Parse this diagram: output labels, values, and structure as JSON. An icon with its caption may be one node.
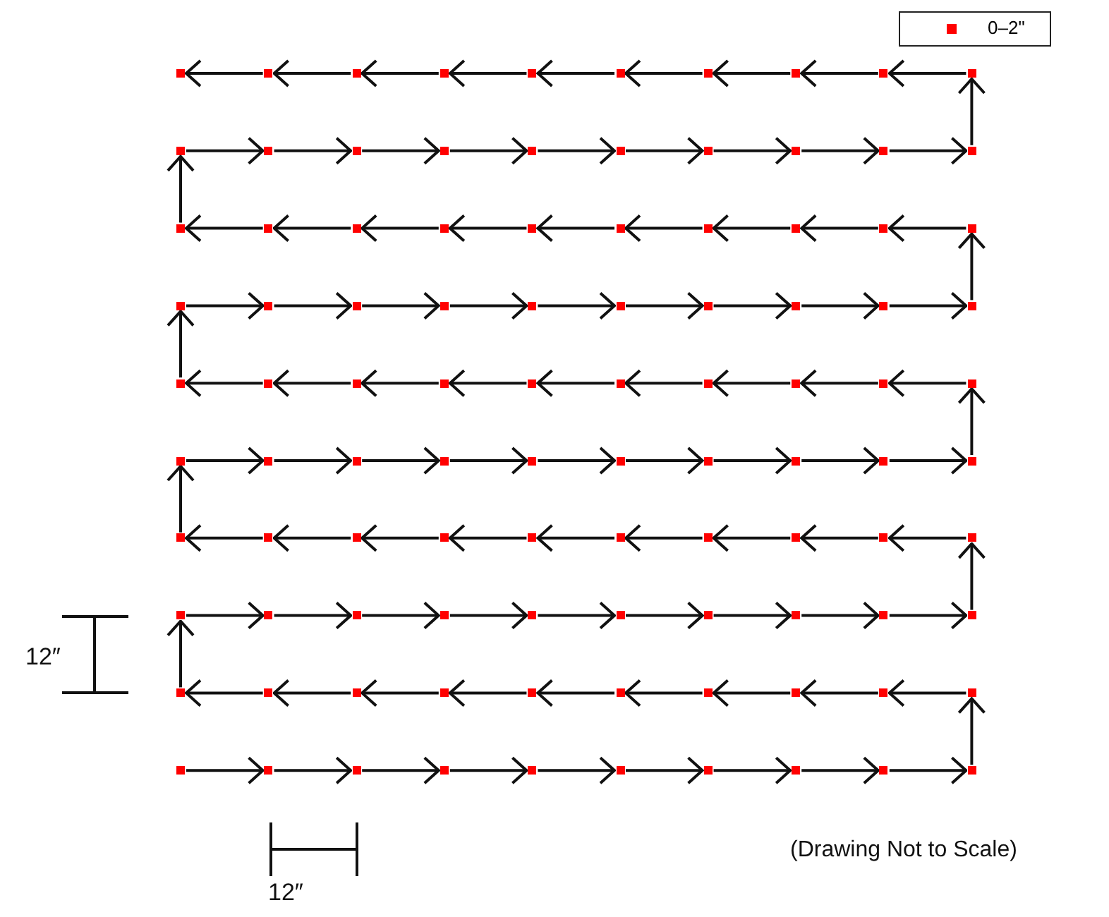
{
  "diagram": {
    "nodes": [
      {
        "text": [],
        "shape": "box"
      },
      {
        "text": [],
        "shape": "box"
      },
      {
        "text": [],
        "shape": "box"
      },
      {
        "text": [],
        "shape": "box"
      },
      {
        "text": [],
        "shape": "box"
      },
      {
        "text": [],
        "shape": "box"
      },
      {
        "text": [],
        "shape": "box"
      },
      {
        "text": [],
        "shape": "box"
      },
      {
        "text": [],
        "shape": "box"
      },
      {
        "text": [],
        "shape": "box"
      },
      {
        "text": [],
        "shape": "box"
      },
      {
        "text": [],
        "shape": "box"
      },
      {
        "text": [],
        "shape": "box"
      },
      {
        "text": [],
        "shape": "box"
      },
      {
        "text": [],
        "shape": "box"
      },
      {
        "text": [],
        "shape": "box"
      },
      {
        "text": [],
        "shape": "box"
      },
      {
        "text": [],
        "shape": "box"
      },
      {
        "text": [],
        "shape": "box"
      },
      {
        "text": [],
        "shape": "box"
      },
      {
        "text": [],
        "shape": "box"
      },
      {
        "text": [],
        "shape": "box"
      },
      {
        "text": [],
        "shape": "box"
      },
      {
        "text": [],
        "shape": "box"
      },
      {
        "text": [],
        "shape": "box"
      },
      {
        "text": [],
        "shape": "box"
      },
      {
        "text": [],
        "shape": "box"
      },
      {
        "text": [],
        "shape": "box"
      },
      {
        "text": [],
        "shape": "box"
      },
      {
        "text": [],
        "shape": "box"
      },
      {
        "text": [],
        "shape": "box"
      },
      {
        "text": [],
        "shape": "box"
      },
      {
        "text": [],
        "shape": "box"
      },
      {
        "text": [],
        "shape": "box"
      },
      {
        "text": [],
        "shape": "box"
      },
      {
        "text": [],
        "shape": "box"
      },
      {
        "text": [],
        "shape": "box"
      },
      {
        "text": [],
        "shape": "box"
      },
      {
        "text": [],
        "shape": "box"
      },
      {
        "text": [],
        "shape": "box"
      },
      {
        "text": [],
        "shape": "box"
      },
      {
        "text": [],
        "shape": "box"
      },
      {
        "text": [],
        "shape": "box"
      },
      {
        "text": [],
        "shape": "box"
      },
      {
        "text": [],
        "shape": "box"
      },
      {
        "text": [],
        "shape": "box"
      },
      {
        "text": [],
        "shape": "box"
      },
      {
        "text": [],
        "shape": "box"
      },
      {
        "text": [],
        "shape": "box"
      },
      {
        "text": [],
        "shape": "box"
      },
      {
        "text": [],
        "shape": "box"
      },
      {
        "text": [],
        "shape": "box"
      },
      {
        "text": [],
        "shape": "box"
      },
      {
        "text": [],
        "shape": "box"
      },
      {
        "text": [],
        "shape": "box"
      },
      {
        "text": [],
        "shape": "box"
      },
      {
        "text": [],
        "shape": "box"
      },
      {
        "text": [],
        "shape": "box"
      },
      {
        "text": [],
        "shape": "box"
      },
      {
        "text": [],
        "shape": "box"
      },
      {
        "text": [],
        "shape": "box"
      },
      {
        "text": [],
        "shape": "box"
      },
      {
        "text": [],
        "shape": "box"
      },
      {
        "text": [],
        "shape": "box"
      },
      {
        "text": [],
        "shape": "box"
      },
      {
        "text": [],
        "shape": "box"
      },
      {
        "text": [],
        "shape": "box"
      },
      {
        "text": [],
        "shape": "box"
      },
      {
        "text": [],
        "shape": "box"
      },
      {
        "text": [],
        "shape": "box"
      },
      {
        "text": [],
        "shape": "box"
      },
      {
        "text": [],
        "shape": "box"
      },
      {
        "text": [],
        "shape": "box"
      },
      {
        "text": [],
        "shape": "box"
      },
      {
        "text": [],
        "shape": "box"
      },
      {
        "text": [],
        "shape": "box"
      },
      {
        "text": [],
        "shape": "box"
      },
      {
        "text": [],
        "shape": "box"
      },
      {
        "text": [],
        "shape": "box"
      },
      {
        "text": [],
        "shape": "box"
      },
      {
        "text": [],
        "shape": "box"
      },
      {
        "text": [],
        "shape": "box"
      },
      {
        "text": [],
        "shape": "box"
      },
      {
        "text": [],
        "shape": "box"
      },
      {
        "text": [],
        "shape": "box"
      },
      {
        "text": [],
        "shape": "box"
      },
      {
        "text": [],
        "shape": "box"
      },
      {
        "text": [],
        "shape": "box"
      },
      {
        "text": [],
        "shape": "box"
      },
      {
        "text": [],
        "shape": "box"
      },
      {
        "text": [],
        "shape": "box"
      },
      {
        "text": [],
        "shape": "box"
      },
      {
        "text": [],
        "shape": "box"
      },
      {
        "text": [],
        "shape": "box"
      },
      {
        "text": [],
        "shape": "box"
      },
      {
        "text": [],
        "shape": "box"
      },
      {
        "text": [],
        "shape": "box"
      },
      {
        "text": [],
        "shape": "box"
      },
      {
        "text": [],
        "shape": "box"
      },
      {
        "text": [],
        "shape": "box"
      }
    ],
    "edges": [
      {
        "from": 90,
        "to": 91,
        "arrow": "to"
      },
      {
        "from": 91,
        "to": 92,
        "arrow": "to"
      },
      {
        "from": 92,
        "to": 93,
        "arrow": "to"
      },
      {
        "from": 93,
        "to": 94,
        "arrow": "to"
      },
      {
        "from": 94,
        "to": 95,
        "arrow": "to"
      },
      {
        "from": 95,
        "to": 96,
        "arrow": "to"
      },
      {
        "from": 96,
        "to": 97,
        "arrow": "to"
      },
      {
        "from": 97,
        "to": 98,
        "arrow": "to"
      },
      {
        "from": 98,
        "to": 99,
        "arrow": "to"
      },
      {
        "from": 99,
        "to": 89,
        "arrow": "to"
      },
      {
        "from": 89,
        "to": 88,
        "arrow": "to"
      },
      {
        "from": 88,
        "to": 87,
        "arrow": "to"
      },
      {
        "from": 87,
        "to": 86,
        "arrow": "to"
      },
      {
        "from": 86,
        "to": 85,
        "arrow": "to"
      },
      {
        "from": 85,
        "to": 84,
        "arrow": "to"
      },
      {
        "from": 84,
        "to": 83,
        "arrow": "to"
      },
      {
        "from": 83,
        "to": 82,
        "arrow": "to"
      },
      {
        "from": 82,
        "to": 81,
        "arrow": "to"
      },
      {
        "from": 81,
        "to": 80,
        "arrow": "to"
      },
      {
        "from": 80,
        "to": 70,
        "arrow": "to"
      },
      {
        "from": 70,
        "to": 71,
        "arrow": "to"
      },
      {
        "from": 71,
        "to": 72,
        "arrow": "to"
      },
      {
        "from": 72,
        "to": 73,
        "arrow": "to"
      },
      {
        "from": 73,
        "to": 74,
        "arrow": "to"
      },
      {
        "from": 74,
        "to": 75,
        "arrow": "to"
      },
      {
        "from": 75,
        "to": 76,
        "arrow": "to"
      },
      {
        "from": 76,
        "to": 77,
        "arrow": "to"
      },
      {
        "from": 77,
        "to": 78,
        "arrow": "to"
      },
      {
        "from": 78,
        "to": 79,
        "arrow": "to"
      },
      {
        "from": 79,
        "to": 69,
        "arrow": "to"
      },
      {
        "from": 69,
        "to": 68,
        "arrow": "to"
      },
      {
        "from": 68,
        "to": 67,
        "arrow": "to"
      },
      {
        "from": 67,
        "to": 66,
        "arrow": "to"
      },
      {
        "from": 66,
        "to": 65,
        "arrow": "to"
      },
      {
        "from": 65,
        "to": 64,
        "arrow": "to"
      },
      {
        "from": 64,
        "to": 63,
        "arrow": "to"
      },
      {
        "from": 63,
        "to": 62,
        "arrow": "to"
      },
      {
        "from": 62,
        "to": 61,
        "arrow": "to"
      },
      {
        "from": 61,
        "to": 60,
        "arrow": "to"
      },
      {
        "from": 60,
        "to": 50,
        "arrow": "to"
      },
      {
        "from": 50,
        "to": 51,
        "arrow": "to"
      },
      {
        "from": 51,
        "to": 52,
        "arrow": "to"
      },
      {
        "from": 52,
        "to": 53,
        "arrow": "to"
      },
      {
        "from": 53,
        "to": 54,
        "arrow": "to"
      },
      {
        "from": 54,
        "to": 55,
        "arrow": "to"
      },
      {
        "from": 55,
        "to": 56,
        "arrow": "to"
      },
      {
        "from": 56,
        "to": 57,
        "arrow": "to"
      },
      {
        "from": 57,
        "to": 58,
        "arrow": "to"
      },
      {
        "from": 58,
        "to": 59,
        "arrow": "to"
      },
      {
        "from": 59,
        "to": 49,
        "arrow": "to"
      },
      {
        "from": 49,
        "to": 48,
        "arrow": "to"
      },
      {
        "from": 48,
        "to": 47,
        "arrow": "to"
      },
      {
        "from": 47,
        "to": 46,
        "arrow": "to"
      },
      {
        "from": 46,
        "to": 45,
        "arrow": "to"
      },
      {
        "from": 45,
        "to": 44,
        "arrow": "to"
      },
      {
        "from": 44,
        "to": 43,
        "arrow": "to"
      },
      {
        "from": 43,
        "to": 42,
        "arrow": "to"
      },
      {
        "from": 42,
        "to": 41,
        "arrow": "to"
      },
      {
        "from": 41,
        "to": 40,
        "arrow": "to"
      },
      {
        "from": 40,
        "to": 30,
        "arrow": "to"
      },
      {
        "from": 30,
        "to": 31,
        "arrow": "to"
      },
      {
        "from": 31,
        "to": 32,
        "arrow": "to"
      },
      {
        "from": 32,
        "to": 33,
        "arrow": "to"
      },
      {
        "from": 33,
        "to": 34,
        "arrow": "to"
      },
      {
        "from": 34,
        "to": 35,
        "arrow": "to"
      },
      {
        "from": 35,
        "to": 36,
        "arrow": "to"
      },
      {
        "from": 36,
        "to": 37,
        "arrow": "to"
      },
      {
        "from": 37,
        "to": 38,
        "arrow": "to"
      },
      {
        "from": 38,
        "to": 39,
        "arrow": "to"
      },
      {
        "from": 39,
        "to": 29,
        "arrow": "to"
      },
      {
        "from": 29,
        "to": 28,
        "arrow": "to"
      },
      {
        "from": 28,
        "to": 27,
        "arrow": "to"
      },
      {
        "from": 27,
        "to": 26,
        "arrow": "to"
      },
      {
        "from": 26,
        "to": 25,
        "arrow": "to"
      },
      {
        "from": 25,
        "to": 24,
        "arrow": "to"
      },
      {
        "from": 24,
        "to": 23,
        "arrow": "to"
      },
      {
        "from": 23,
        "to": 22,
        "arrow": "to"
      },
      {
        "from": 22,
        "to": 21,
        "arrow": "to"
      },
      {
        "from": 21,
        "to": 20,
        "arrow": "to"
      },
      {
        "from": 20,
        "to": 10,
        "arrow": "to"
      },
      {
        "from": 10,
        "to": 11,
        "arrow": "to"
      },
      {
        "from": 11,
        "to": 12,
        "arrow": "to"
      },
      {
        "from": 12,
        "to": 13,
        "arrow": "to"
      },
      {
        "from": 13,
        "to": 14,
        "arrow": "to"
      },
      {
        "from": 14,
        "to": 15,
        "arrow": "to"
      },
      {
        "from": 15,
        "to": 16,
        "arrow": "to"
      },
      {
        "from": 16,
        "to": 17,
        "arrow": "to"
      },
      {
        "from": 17,
        "to": 18,
        "arrow": "to"
      },
      {
        "from": 18,
        "to": 19,
        "arrow": "to"
      },
      {
        "from": 19,
        "to": 9,
        "arrow": "to"
      },
      {
        "from": 9,
        "to": 8,
        "arrow": "to"
      },
      {
        "from": 8,
        "to": 7,
        "arrow": "to"
      },
      {
        "from": 7,
        "to": 6,
        "arrow": "to"
      },
      {
        "from": 6,
        "to": 5,
        "arrow": "to"
      },
      {
        "from": 5,
        "to": 4,
        "arrow": "to"
      },
      {
        "from": 4,
        "to": 3,
        "arrow": "to"
      },
      {
        "from": 3,
        "to": 2,
        "arrow": "to"
      },
      {
        "from": 2,
        "to": 1,
        "arrow": "to"
      },
      {
        "from": 1,
        "to": 0,
        "arrow": "to"
      }
    ],
    "labels": [
      "12″",
      "(Drawing Not to Scale)",
      "12″"
    ],
    "legend": [
      {
        "text": "0–2\"",
        "color": "#ff0000"
      }
    ]
  }
}
